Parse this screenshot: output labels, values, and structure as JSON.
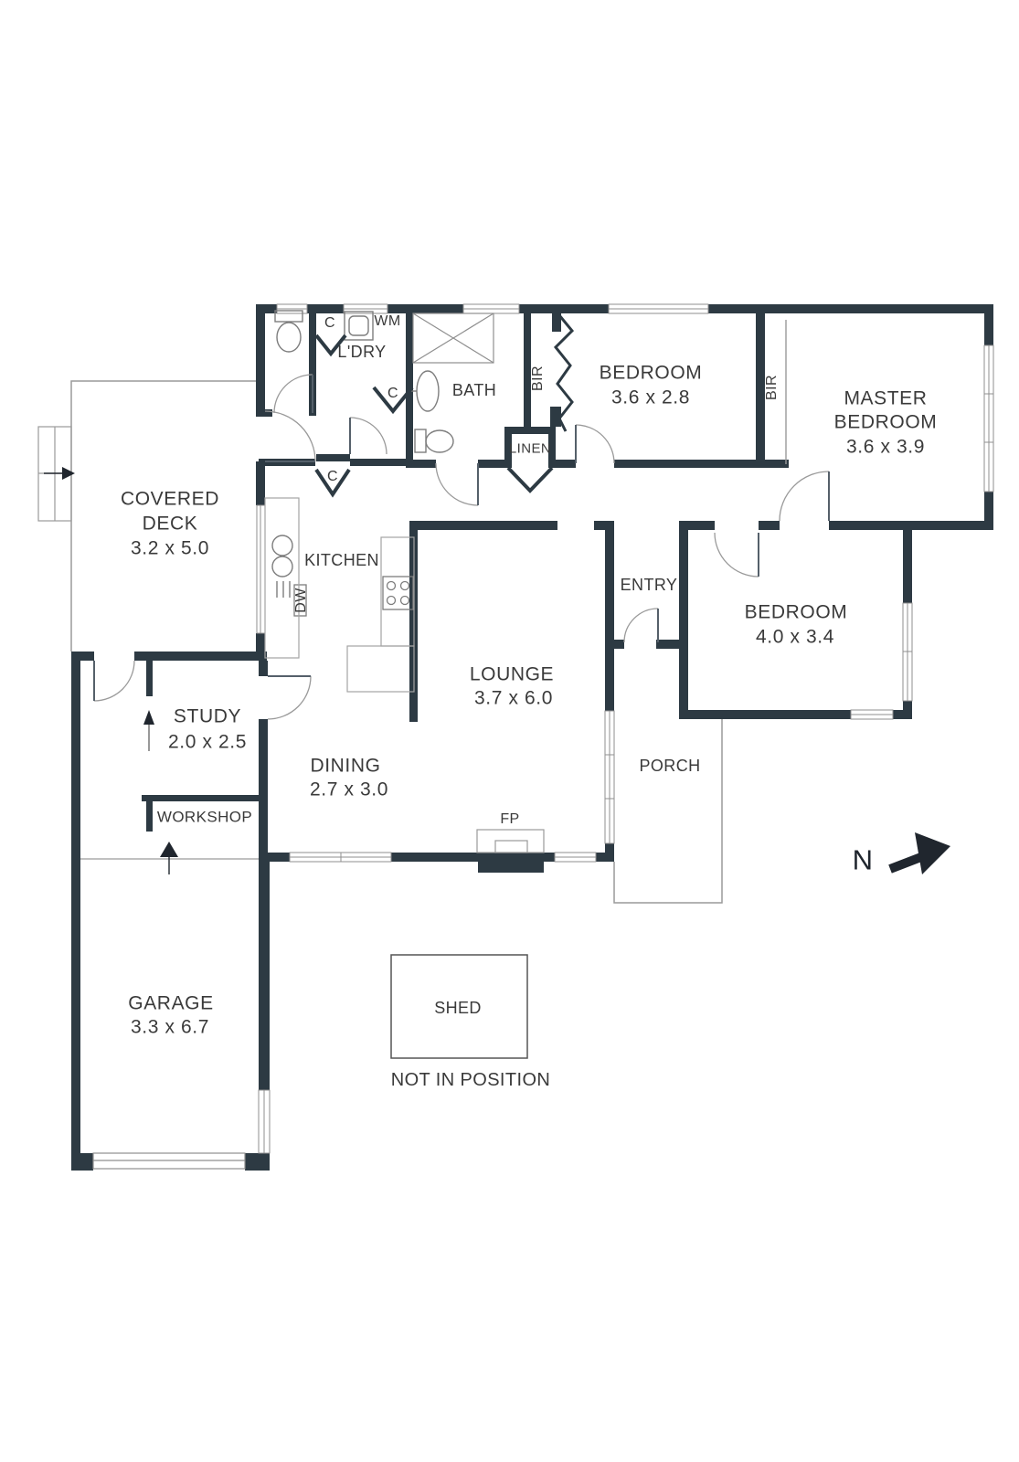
{
  "floorplan": {
    "colors": {
      "wall": "#2d3a43",
      "text": "#3a3a3a",
      "thin_line": "#8f8f8f",
      "arrow": "#20262e"
    },
    "rooms": {
      "covered_deck": {
        "lines": [
          "COVERED",
          "DECK"
        ],
        "dims": "3.2 x 5.0"
      },
      "laundry": {
        "label": "L'DRY"
      },
      "bath": {
        "label": "BATH"
      },
      "linen": {
        "label": "LINEN"
      },
      "bedroom1": {
        "label": "BEDROOM",
        "dims": "3.6 x 2.8"
      },
      "master_bedroom": {
        "lines": [
          "MASTER",
          "BEDROOM"
        ],
        "dims": "3.6 x 3.9"
      },
      "kitchen": {
        "label": "KITCHEN"
      },
      "entry": {
        "label": "ENTRY"
      },
      "bedroom2": {
        "label": "BEDROOM",
        "dims": "4.0 x 3.4"
      },
      "lounge": {
        "label": "LOUNGE",
        "dims": "3.7 x 6.0"
      },
      "dining": {
        "label": "DINING",
        "dims": "2.7 x 3.0"
      },
      "study": {
        "label": "STUDY",
        "dims": "2.0 x 2.5"
      },
      "workshop": {
        "label": "WORKSHOP"
      },
      "porch": {
        "label": "PORCH"
      },
      "garage": {
        "label": "GARAGE",
        "dims": "3.3 x 6.7"
      },
      "shed": {
        "label": "SHED",
        "note": "NOT IN POSITION"
      }
    },
    "fixtures": {
      "washing_machine": "WM",
      "dishwasher": "DW",
      "fireplace": "FP",
      "built_in_robe_1": "BIR",
      "built_in_robe_2": "BIR",
      "cupboard_1": "C",
      "cupboard_2": "C",
      "cupboard_3": "C"
    },
    "compass": {
      "north": "N"
    }
  }
}
